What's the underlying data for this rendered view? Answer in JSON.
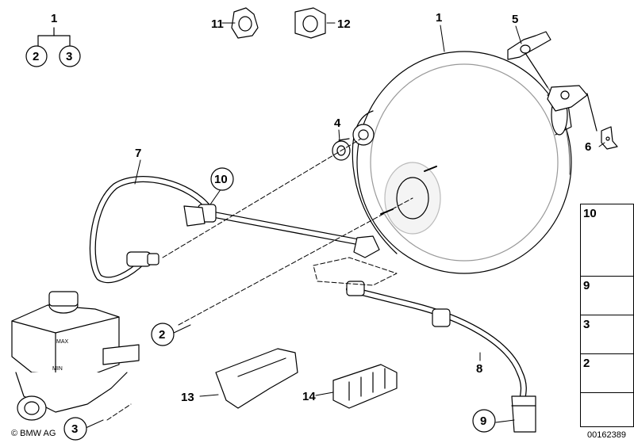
{
  "callouts": {
    "c1_top": "1",
    "c1_main": "1",
    "c2_small": "2",
    "c3_small": "3",
    "c4": "4",
    "c5": "5",
    "c6": "6",
    "c7": "7",
    "c8": "8",
    "c9": "9",
    "c10": "10",
    "c11": "11",
    "c12": "12",
    "c13": "13",
    "c14": "14",
    "c2_circle": "2",
    "c3_circle": "3"
  },
  "legend": {
    "p10": "10",
    "p9": "9",
    "p3": "3",
    "p2": "2"
  },
  "reservoir": {
    "max": "MAX",
    "min": "MIN"
  },
  "footer": {
    "brand": "BMW AG",
    "doc_number": "00162389"
  },
  "colors": {
    "line": "#000000",
    "part_fill": "#ffffff",
    "shade": "#e6e6e6"
  }
}
